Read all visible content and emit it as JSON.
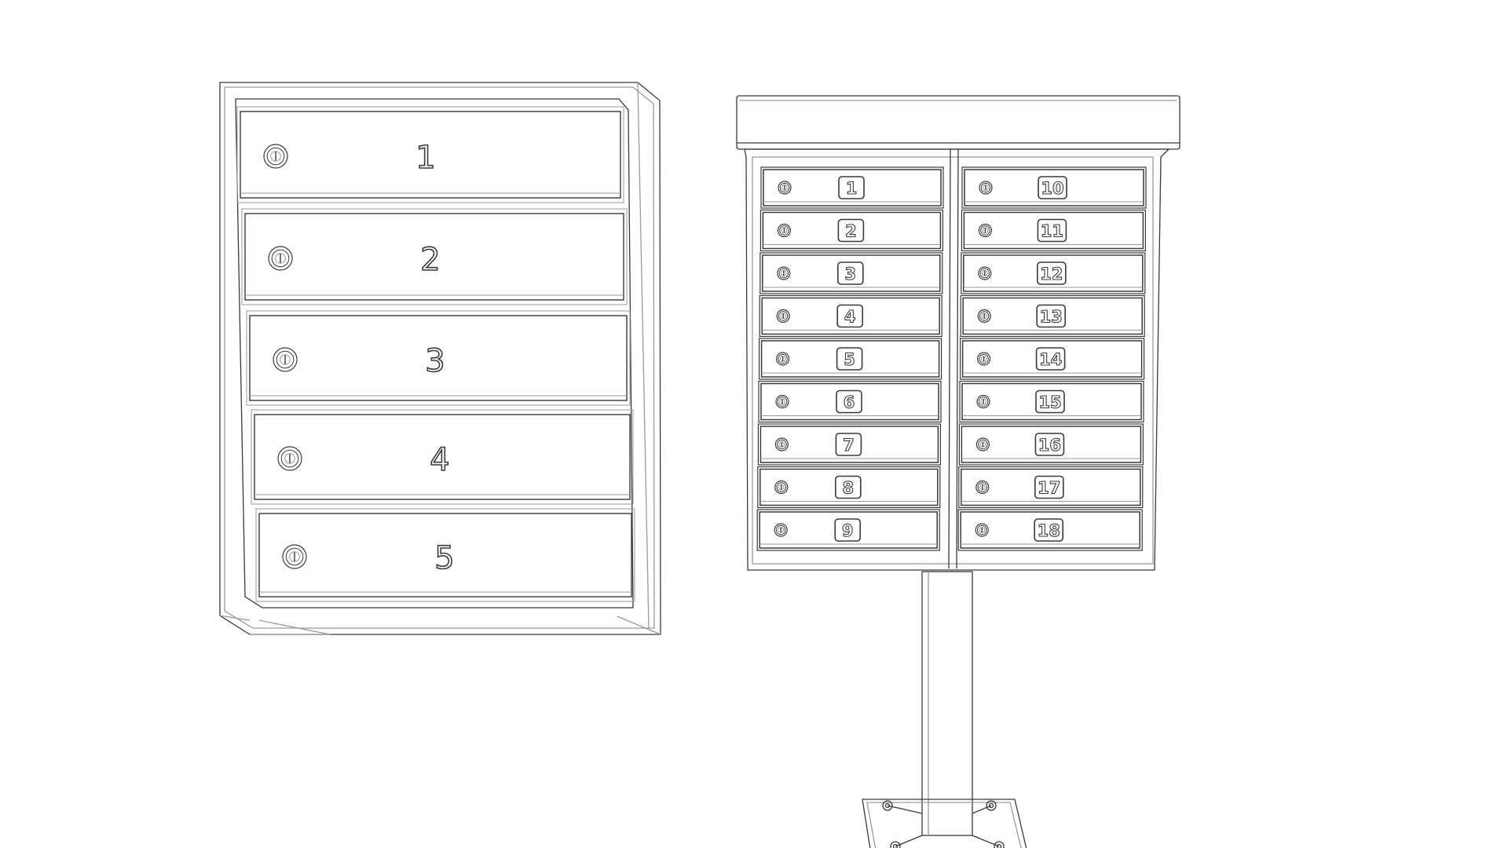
{
  "wall_unit": {
    "doors": [
      {
        "number": "1"
      },
      {
        "number": "2"
      },
      {
        "number": "3"
      },
      {
        "number": "4"
      },
      {
        "number": "5"
      }
    ]
  },
  "pedestal_unit": {
    "left_column": [
      {
        "number": "1"
      },
      {
        "number": "2"
      },
      {
        "number": "3"
      },
      {
        "number": "4"
      },
      {
        "number": "5"
      },
      {
        "number": "6"
      },
      {
        "number": "7"
      },
      {
        "number": "8"
      },
      {
        "number": "9"
      }
    ],
    "right_column": [
      {
        "number": "10"
      },
      {
        "number": "11"
      },
      {
        "number": "12"
      },
      {
        "number": "13"
      },
      {
        "number": "14"
      },
      {
        "number": "15"
      },
      {
        "number": "16"
      },
      {
        "number": "17"
      },
      {
        "number": "18"
      }
    ]
  },
  "colors": {
    "line": "#3a3a3a",
    "light_line": "#9a9a9a",
    "background": "#ffffff"
  }
}
